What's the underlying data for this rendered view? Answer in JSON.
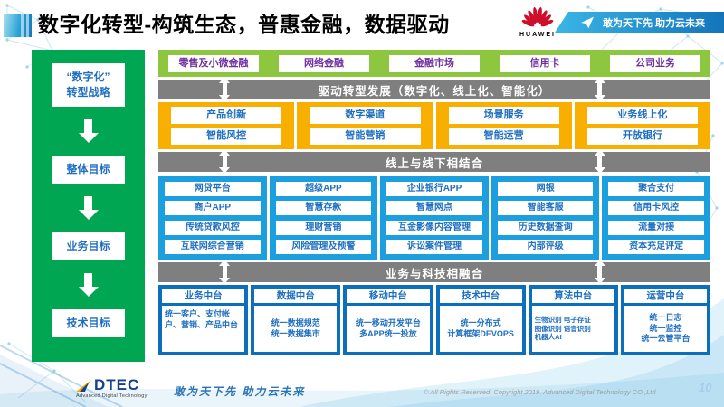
{
  "header": {
    "title": "数字化转型-构筑生态，普惠金融，数据驱动",
    "huawei": "HUAWEI",
    "slogan": "敢为天下先 助力云未来"
  },
  "strategy": {
    "items": [
      "“数字化”\n转型战略",
      "整体目标",
      "业务目标",
      "技术目标"
    ]
  },
  "business_lines": [
    "零售及小微金融",
    "网络金融",
    "金融市场",
    "信用卡",
    "公司业务"
  ],
  "banners": {
    "drive": "驱动转型发展（数字化、线上化、智能化）",
    "online_offline": "线上与线下相结合",
    "tech_fusion": "业务与科技相融合"
  },
  "transform": {
    "row1": [
      "产品创新",
      "数字渠道",
      "场景服务",
      "业务线上化"
    ],
    "row2": [
      "智能风控",
      "智能营销",
      "智能运营",
      "开放银行"
    ]
  },
  "channels": {
    "columns": [
      [
        "网贷平台",
        "商户APP",
        "传统贷款风控",
        "互联网综合营销"
      ],
      [
        "超级APP",
        "智慧存款",
        "理财营销",
        "风险管理及预警"
      ],
      [
        "企业银行APP",
        "智慧网点",
        "互金影像内容管理",
        "诉讼案件管理"
      ],
      [
        "网银",
        "智能客服",
        "历史数据查询",
        "内部评级"
      ],
      [
        "聚合支付",
        "信用卡风控",
        "流量对接",
        "资本充足评定"
      ]
    ]
  },
  "platforms": [
    {
      "title": "业务中台",
      "content": "统一客户、支付帐户、营销、产品中台"
    },
    {
      "title": "数据中台",
      "content": "统一数据规范\n统一数据集市"
    },
    {
      "title": "移动中台",
      "content": "统一移动开发平台\n多APP统一投放"
    },
    {
      "title": "技术中台",
      "content": "统一分布式\n计算框架DEVOPS"
    },
    {
      "title": "算法中台",
      "content": "生物识别 电子存证\n图像识别 语音识别\n机器人AI"
    },
    {
      "title": "运营中台",
      "content": "统一日志\n统一监控\n统一云管平台"
    }
  ],
  "footer": {
    "logo": "DTEC",
    "logo_sub": "Advanced Digital Technology",
    "slogan": "敢为天下先  助力云未来",
    "copyright": "© All Rights Reserved. Copyright 2019. Advanced Digital Technology CO.,Ltd",
    "page": "10"
  },
  "colors": {
    "sidebar_green": "#00A651",
    "band_green": "#8DC63F",
    "banner_gray": "#7F7F7F",
    "band_yellow": "#F9AF00",
    "band_blue": "#1B9FDE",
    "band_dark_blue": "#0B6FBE",
    "purple_text": "#7030A0",
    "blue_text": "#1F6FC0",
    "huawei_red": "#CE0E2D"
  }
}
